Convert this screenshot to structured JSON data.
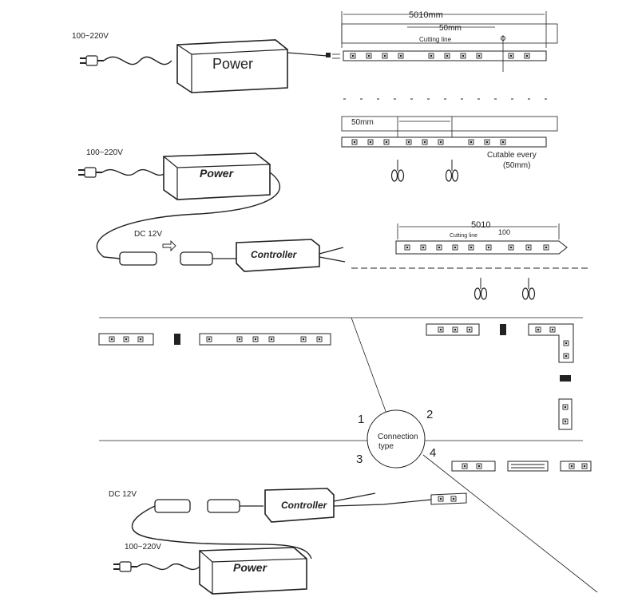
{
  "voltage_in": "100~220V",
  "dc_voltage": "DC 12V",
  "power_label": "Power",
  "controller_label": "Controller",
  "dim_total": "5010mm",
  "dim_total_short": "5010",
  "dim_segment": "50mm",
  "dim_segment_short": "100",
  "cutting_line": "Cutting line",
  "cutable_every": "Cutable every",
  "cutable_every_value": "(50mm)",
  "connection_type": [
    "Connection",
    "type"
  ],
  "quadrants": [
    "1",
    "2",
    "3",
    "4"
  ]
}
